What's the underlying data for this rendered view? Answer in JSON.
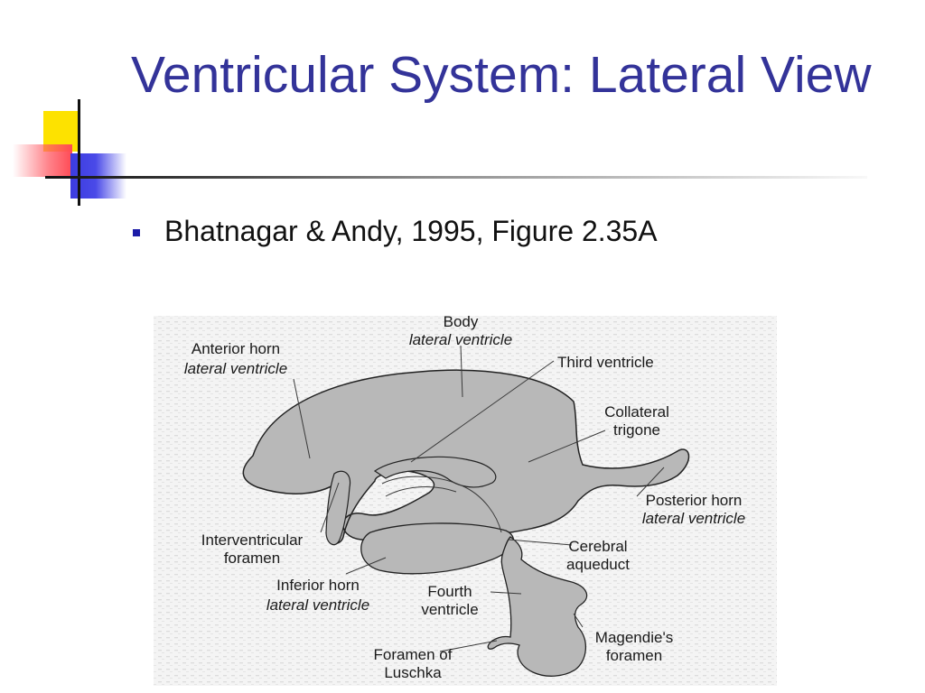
{
  "slide": {
    "title": "Ventricular System:  Lateral View",
    "bullet_text": "Bhatnagar & Andy, 1995, Figure 2.35A",
    "colors": {
      "title": "#333399",
      "bullet": "#1c1ca8",
      "accent_yellow": "#fde200",
      "accent_red": "#ff4a55",
      "accent_blue": "#3c3ce0"
    }
  },
  "diagram": {
    "labels": {
      "body": {
        "line1": "Body",
        "line2": "lateral ventricle"
      },
      "anterior_horn": {
        "line1": "Anterior horn",
        "line2": "lateral ventricle"
      },
      "third_ventricle": {
        "line1": "Third ventricle"
      },
      "collateral_trigone": {
        "line1": "Collateral",
        "line2": "trigone"
      },
      "posterior_horn": {
        "line1": "Posterior horn",
        "line2": "lateral ventricle"
      },
      "interventricular_foramen": {
        "line1": "Interventricular",
        "line2": "foramen"
      },
      "cerebral_aqueduct": {
        "line1": "Cerebral",
        "line2": "aqueduct"
      },
      "inferior_horn": {
        "line1": "Inferior horn",
        "line2": "lateral ventricle"
      },
      "fourth_ventricle": {
        "line1": "Fourth",
        "line2": "ventricle"
      },
      "magendie_foramen": {
        "line1": "Magendie's",
        "line2": "foramen"
      },
      "foramen_luschka": {
        "line1": "Foramen of",
        "line2": "Luschka"
      }
    },
    "colors": {
      "ventricle_fill": "#b8b8b8",
      "outline": "#222222",
      "texture": "#e2e2e2"
    }
  }
}
